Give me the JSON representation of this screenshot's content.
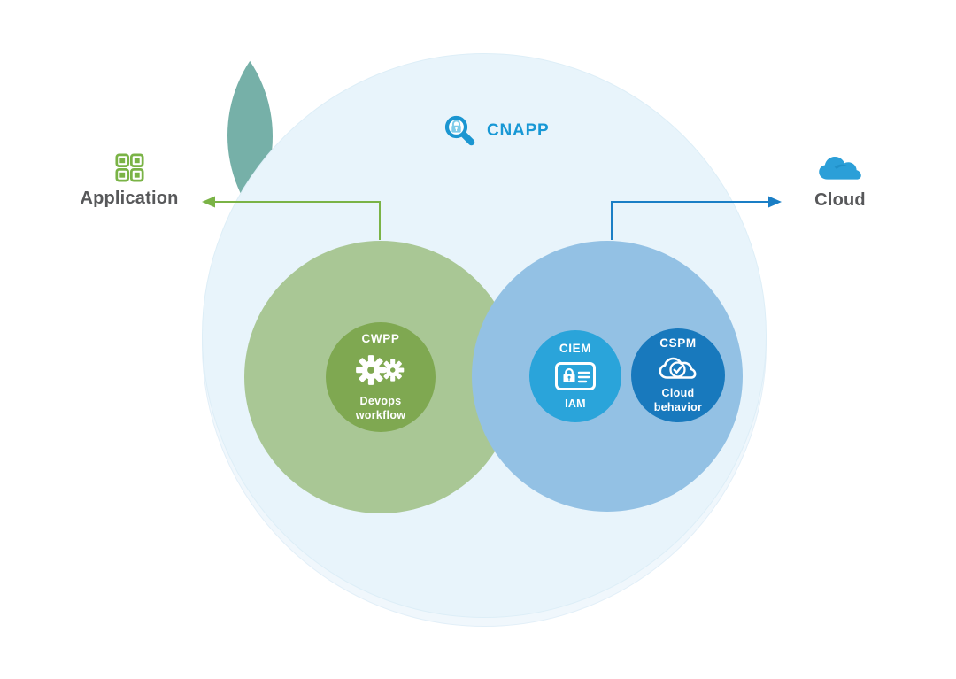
{
  "diagram": {
    "title": "CNAPP",
    "application": {
      "label": "Application",
      "cwpp": {
        "title": "CWPP",
        "subtitle": "Devops\nworkflow"
      }
    },
    "cloud": {
      "label": "Cloud",
      "ciem": {
        "title": "CIEM",
        "subtitle": "IAM"
      },
      "cspm": {
        "title": "CSPM",
        "subtitle": "Cloud\nbehavior"
      }
    },
    "icons": {
      "title_icon": "magnifier-lock-icon",
      "application_icon": "app-grid-icon",
      "cloud_icon": "cloud-icon",
      "cwpp_icon": "gears-icon",
      "ciem_icon": "id-card-lock-icon",
      "cspm_icon": "cloud-check-icon"
    },
    "colors": {
      "title_blue": "#1898d5",
      "label_gray": "#57585a",
      "green_accent": "#7ab346",
      "blue_accent": "#1a7ec5",
      "outer_circle": "#e8f4fb",
      "application_circle": "#a9c795",
      "cloud_circle": "#93c1e4",
      "overlap": "#76b0a8",
      "cwpp_circle": "#7fa851",
      "ciem_circle": "#2aa4da",
      "cspm_circle": "#1879bd"
    }
  }
}
